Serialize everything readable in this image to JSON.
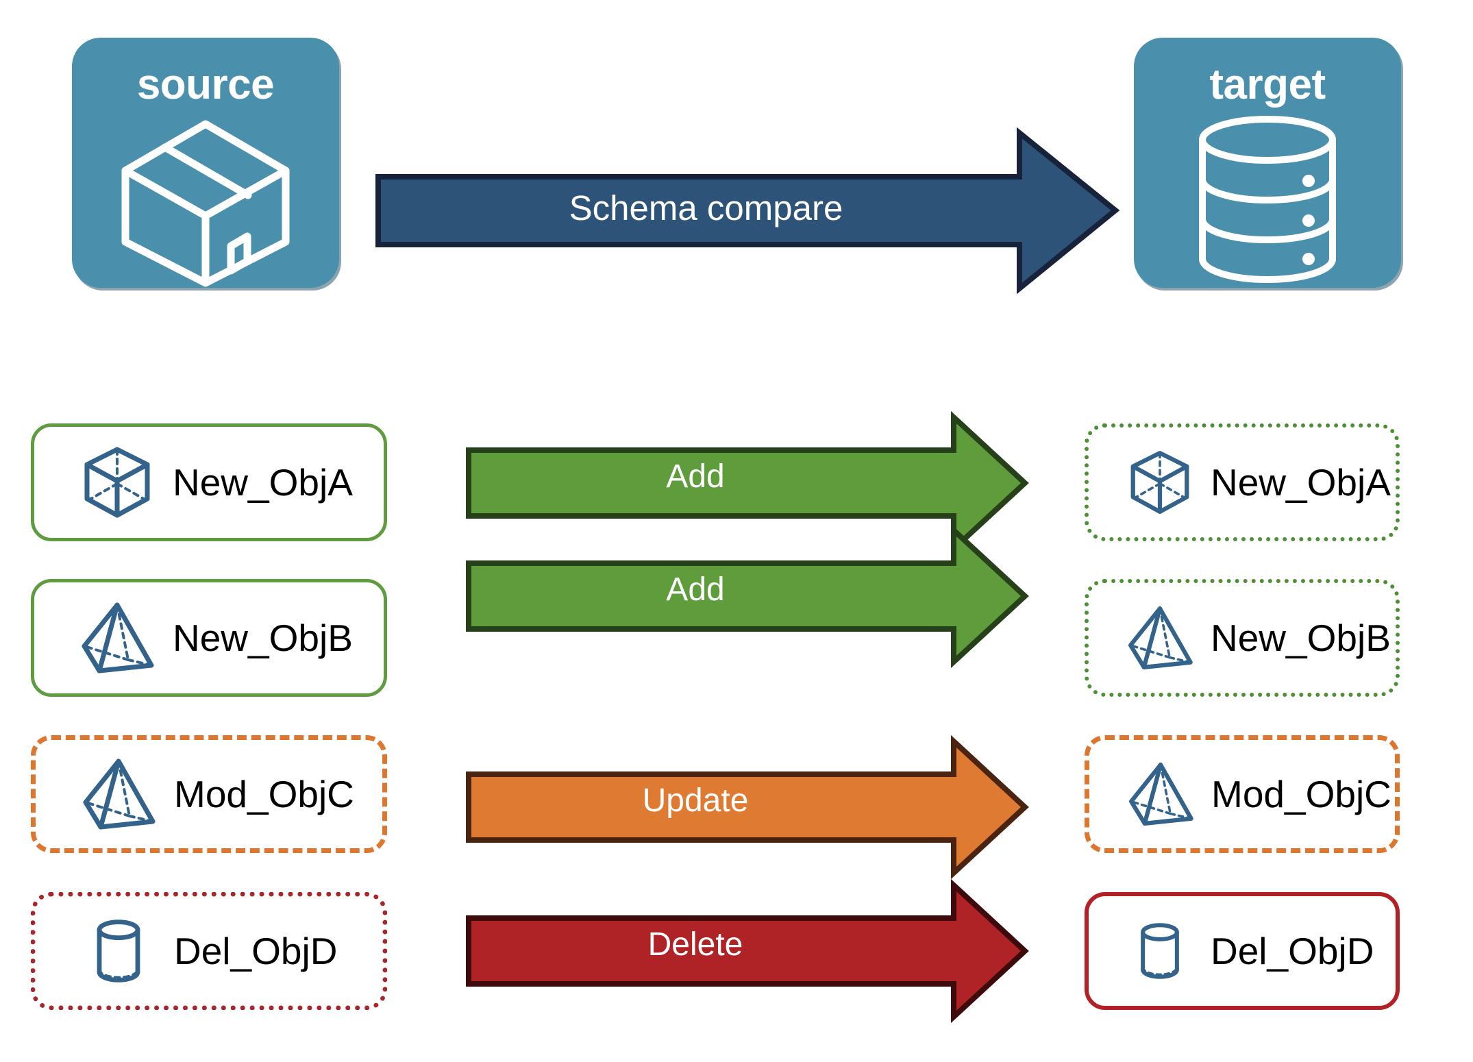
{
  "diagram": {
    "title": "Schema compare source to target",
    "endpoints": [
      {
        "id": "source",
        "label": "source",
        "icon": "package-box-icon"
      },
      {
        "id": "target",
        "label": "target",
        "icon": "database-cylinder-icon"
      }
    ],
    "main_arrow": {
      "label": "Schema compare",
      "fill": "#2E5378",
      "stroke": "#16233A",
      "text_color": "#FFFFFF"
    },
    "rows": [
      {
        "action": "Add",
        "arrow_fill": "#5E9C3C",
        "arrow_stroke": "#26401A",
        "source": {
          "label": "New_ObjA",
          "icon": "wireframe-cube-icon",
          "border_style": "solid",
          "border_color": "#5F9C3F"
        },
        "target": {
          "label": "New_ObjA",
          "icon": "wireframe-cube-icon",
          "border_style": "dotted",
          "border_color": "#4E8E35"
        }
      },
      {
        "action": "Add",
        "arrow_fill": "#5E9C3C",
        "arrow_stroke": "#26401A",
        "source": {
          "label": "New_ObjB",
          "icon": "wireframe-pyramid-icon",
          "border_style": "solid",
          "border_color": "#5F9C3F"
        },
        "target": {
          "label": "New_ObjB",
          "icon": "wireframe-pyramid-icon",
          "border_style": "dotted",
          "border_color": "#4E8E35"
        }
      },
      {
        "action": "Update",
        "arrow_fill": "#DF7A33",
        "arrow_stroke": "#4A2410",
        "source": {
          "label": "Mod_ObjC",
          "icon": "wireframe-pyramid-icon",
          "border_style": "dashed",
          "border_color": "#DD7730"
        },
        "target": {
          "label": "Mod_ObjC",
          "icon": "wireframe-pyramid-icon",
          "border_style": "dashed",
          "border_color": "#DD7730"
        }
      },
      {
        "action": "Delete",
        "arrow_fill": "#AF2225",
        "arrow_stroke": "#3D0B0C",
        "source": {
          "label": "Del_ObjD",
          "icon": "wireframe-cylinder-icon",
          "border_style": "dotted",
          "border_color": "#A8252A"
        },
        "target": {
          "label": "Del_ObjD",
          "icon": "wireframe-cylinder-icon",
          "border_style": "solid",
          "border_color": "#B32025"
        }
      }
    ],
    "colors": {
      "endpoint_fill": "#4A90AC",
      "icon_stroke": "#33628A",
      "label_text": "#000000"
    }
  }
}
